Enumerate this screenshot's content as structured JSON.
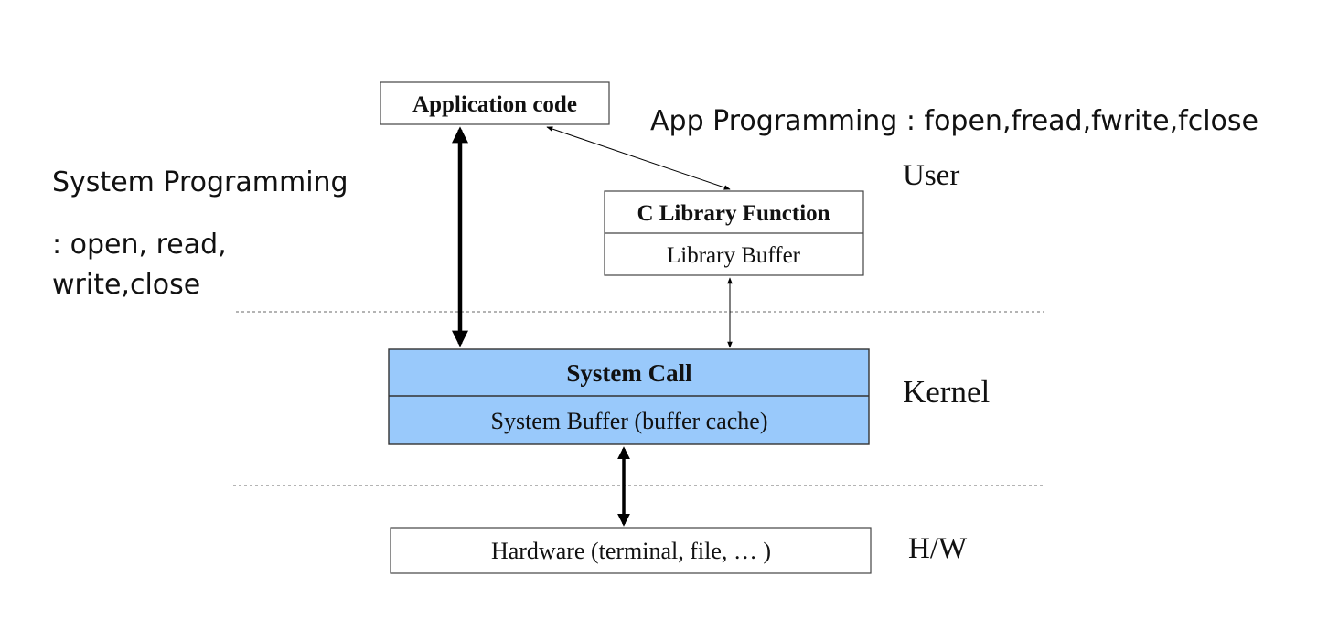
{
  "boxes": {
    "application_code": "Application code",
    "c_library_function": "C Library Function",
    "library_buffer": "Library Buffer",
    "system_call": "System Call",
    "system_buffer": "System Buffer (buffer cache)",
    "hardware": "Hardware (terminal, file, … )"
  },
  "annotations": {
    "app_programming": "App Programming : fopen,fread,fwrite,fclose",
    "system_programming": "System Programming",
    "system_calls_line1": ": open, read,",
    "system_calls_line2": "write,close"
  },
  "layers": {
    "user": "User",
    "kernel": "Kernel",
    "hw": "H/W"
  },
  "colors": {
    "kernel_fill": "#99c9fb",
    "line": "#000000"
  }
}
